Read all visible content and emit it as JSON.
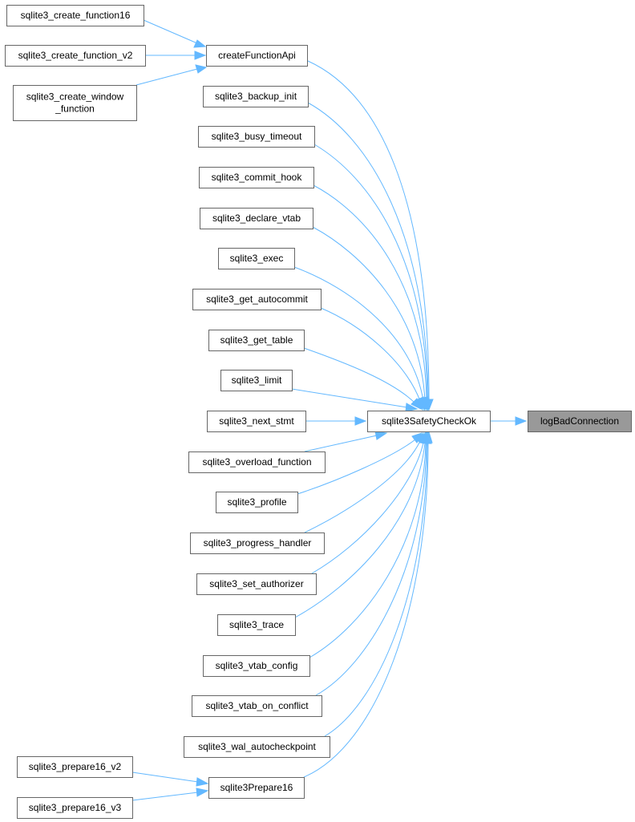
{
  "graph": {
    "root": "logBadConnection",
    "nodes": {
      "logBadConnection": "logBadConnection",
      "sqlite3SafetyCheckOk": "sqlite3SafetyCheckOk",
      "createFunctionApi": "createFunctionApi",
      "sqlite3_create_function16": "sqlite3_create_function16",
      "sqlite3_create_function_v2": "sqlite3_create_function_v2",
      "sqlite3_create_window_function": [
        "sqlite3_create_window",
        "_function"
      ],
      "sqlite3_backup_init": "sqlite3_backup_init",
      "sqlite3_busy_timeout": "sqlite3_busy_timeout",
      "sqlite3_commit_hook": "sqlite3_commit_hook",
      "sqlite3_declare_vtab": "sqlite3_declare_vtab",
      "sqlite3_exec": "sqlite3_exec",
      "sqlite3_get_autocommit": "sqlite3_get_autocommit",
      "sqlite3_get_table": "sqlite3_get_table",
      "sqlite3_limit": "sqlite3_limit",
      "sqlite3_next_stmt": "sqlite3_next_stmt",
      "sqlite3_overload_function": "sqlite3_overload_function",
      "sqlite3_profile": "sqlite3_profile",
      "sqlite3_progress_handler": "sqlite3_progress_handler",
      "sqlite3_set_authorizer": "sqlite3_set_authorizer",
      "sqlite3_trace": "sqlite3_trace",
      "sqlite3_vtab_config": "sqlite3_vtab_config",
      "sqlite3_vtab_on_conflict": "sqlite3_vtab_on_conflict",
      "sqlite3_wal_autocheckpoint": "sqlite3_wal_autocheckpoint",
      "sqlite3Prepare16": "sqlite3Prepare16",
      "sqlite3_prepare16_v2": "sqlite3_prepare16_v2",
      "sqlite3_prepare16_v3": "sqlite3_prepare16_v3"
    },
    "edges": [
      [
        "sqlite3SafetyCheckOk",
        "logBadConnection"
      ],
      [
        "createFunctionApi",
        "sqlite3SafetyCheckOk"
      ],
      [
        "sqlite3_create_function16",
        "createFunctionApi"
      ],
      [
        "sqlite3_create_function_v2",
        "createFunctionApi"
      ],
      [
        "sqlite3_create_window_function",
        "createFunctionApi"
      ],
      [
        "sqlite3_backup_init",
        "sqlite3SafetyCheckOk"
      ],
      [
        "sqlite3_busy_timeout",
        "sqlite3SafetyCheckOk"
      ],
      [
        "sqlite3_commit_hook",
        "sqlite3SafetyCheckOk"
      ],
      [
        "sqlite3_declare_vtab",
        "sqlite3SafetyCheckOk"
      ],
      [
        "sqlite3_exec",
        "sqlite3SafetyCheckOk"
      ],
      [
        "sqlite3_get_autocommit",
        "sqlite3SafetyCheckOk"
      ],
      [
        "sqlite3_get_table",
        "sqlite3SafetyCheckOk"
      ],
      [
        "sqlite3_limit",
        "sqlite3SafetyCheckOk"
      ],
      [
        "sqlite3_next_stmt",
        "sqlite3SafetyCheckOk"
      ],
      [
        "sqlite3_overload_function",
        "sqlite3SafetyCheckOk"
      ],
      [
        "sqlite3_profile",
        "sqlite3SafetyCheckOk"
      ],
      [
        "sqlite3_progress_handler",
        "sqlite3SafetyCheckOk"
      ],
      [
        "sqlite3_set_authorizer",
        "sqlite3SafetyCheckOk"
      ],
      [
        "sqlite3_trace",
        "sqlite3SafetyCheckOk"
      ],
      [
        "sqlite3_vtab_config",
        "sqlite3SafetyCheckOk"
      ],
      [
        "sqlite3_vtab_on_conflict",
        "sqlite3SafetyCheckOk"
      ],
      [
        "sqlite3_wal_autocheckpoint",
        "sqlite3SafetyCheckOk"
      ],
      [
        "sqlite3Prepare16",
        "sqlite3SafetyCheckOk"
      ],
      [
        "sqlite3_prepare16_v2",
        "sqlite3Prepare16"
      ],
      [
        "sqlite3_prepare16_v3",
        "sqlite3Prepare16"
      ]
    ]
  },
  "colors": {
    "edge": "#63b8ff",
    "node_border": "#666666",
    "node_fill": "#ffffff",
    "root_fill": "#999999"
  }
}
